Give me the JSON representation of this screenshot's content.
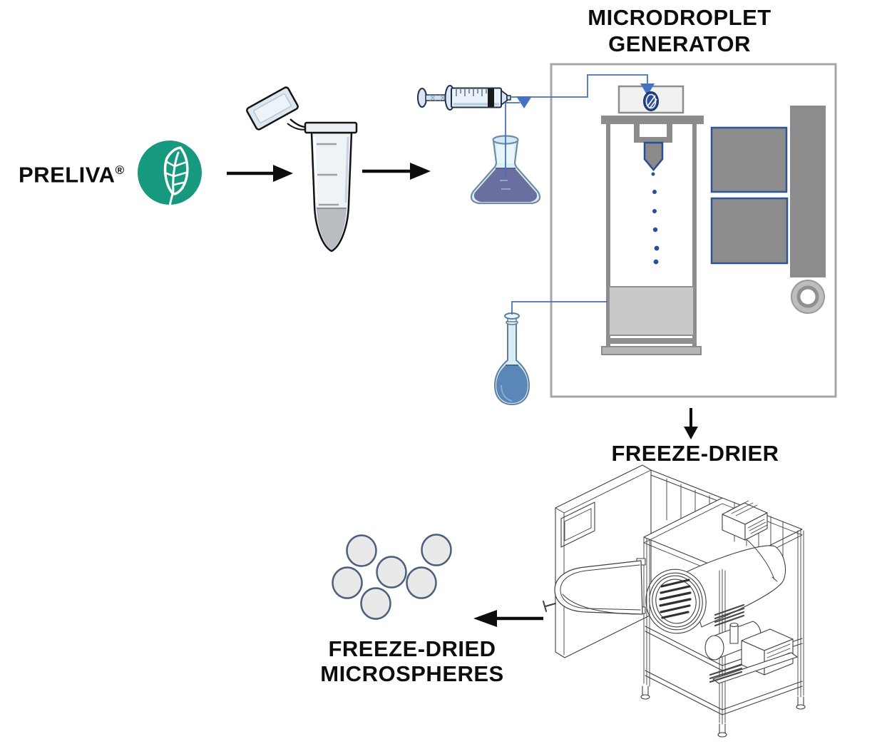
{
  "colors": {
    "brand_teal": "#17997f",
    "flow_blue": "#4472c4",
    "deep_blue": "#2a4d9b",
    "box_blue_border": "#2e5596",
    "machine_gray": "#8c8c8c",
    "liquid_gray": "#c9c9c9",
    "border_gray": "#a6a6a6",
    "arrow_black": "#0d0d0d",
    "sphere_fill": "#e9e9e9",
    "sphere_border": "#4c5f7d",
    "sketch_stroke": "#3f3f3f"
  },
  "brand": {
    "name": "PRELIVA",
    "registered_mark": "®",
    "logo_icon": "leaf-icon"
  },
  "stages": {
    "generator": {
      "title_line1": "MICRODROPLET",
      "title_line2": "GENERATOR"
    },
    "freeze_drier": {
      "title": "FREEZE-DRIER"
    },
    "output": {
      "title_line1": "FREEZE-DRIED",
      "title_line2": "MICROSPHERES",
      "sphere_count": 6
    }
  },
  "illustrations": [
    {
      "name": "leaf-icon"
    },
    {
      "name": "microcentrifuge-tube"
    },
    {
      "name": "syringe"
    },
    {
      "name": "erlenmeyer-flask"
    },
    {
      "name": "volumetric-flask"
    },
    {
      "name": "microdroplet-generator-apparatus"
    },
    {
      "name": "freeze-drier-machine"
    },
    {
      "name": "microspheres-cluster"
    }
  ]
}
